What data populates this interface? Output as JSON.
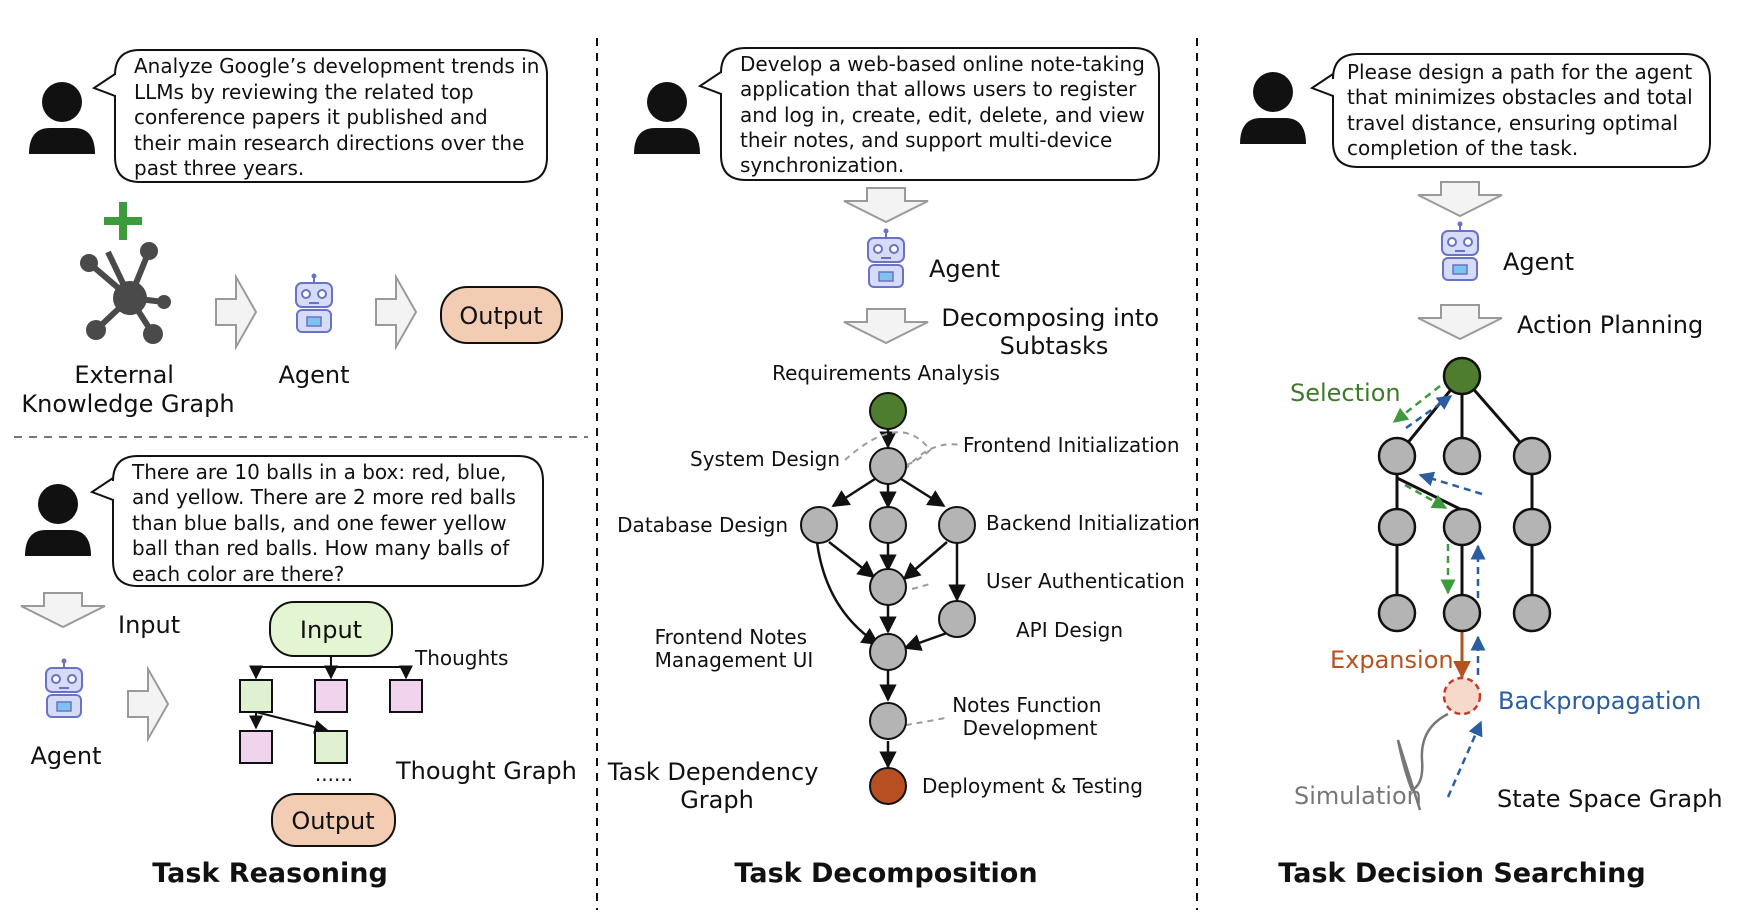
{
  "colors": {
    "green_node": "#4e7d2f",
    "orange_node": "#b84f22",
    "gray_node": "#b4b4b4",
    "output_fill": "#f2cdb4",
    "input_fill": "#e3f5d2",
    "thought_green": "#dff1d1",
    "thought_pink": "#f0d3ec",
    "selection_green": "#3f7a2a",
    "expansion_orange": "#b6521f",
    "backprop_blue": "#2b5ea0",
    "simulation_gray": "#777777",
    "plus_green": "#3d9a3d"
  },
  "reasoning": {
    "kg_prompt": [
      "Analyze Google’s development trends in",
      "LLMs by reviewing the related top",
      "conference papers it published and",
      "their main research directions over the",
      "past three years."
    ],
    "kg_label": [
      "External",
      "Knowledge Graph"
    ],
    "agent_label": "Agent",
    "output_label": "Output",
    "thought_prompt": [
      "There are 10 balls in a box: red, blue,",
      "and yellow. There are 2 more red balls",
      "than blue balls, and one fewer yellow",
      "ball than red balls. How many balls of",
      "each color are there?"
    ],
    "input_arrow_label": "Input",
    "agent_label_2": "Agent",
    "input_box": "Input",
    "thoughts_label": "Thoughts",
    "ellipsis": "......",
    "thought_graph_label": "Thought Graph",
    "output_box": "Output",
    "title": "Task Reasoning"
  },
  "decomposition": {
    "prompt": [
      "Develop a web-based online note-taking",
      "application that allows users to register",
      "and log in, create, edit, delete, and view",
      "their notes, and support multi-device",
      "synchronization."
    ],
    "agent_label": "Agent",
    "step_label": [
      "Decomposing into",
      "Subtasks"
    ],
    "nodes": {
      "requirements": "Requirements Analysis",
      "system_design": "System Design",
      "frontend_init": "Frontend Initialization",
      "database_design": "Database Design",
      "backend_init": "Backend Initialization",
      "user_auth": "User Authentication",
      "api_design": "API Design",
      "frontend_notes": [
        "Frontend Notes",
        "Management UI"
      ],
      "notes_function": [
        "Notes Function",
        "Development"
      ],
      "deployment": "Deployment & Testing"
    },
    "graph_label": [
      "Task Dependency",
      "Graph"
    ],
    "title": "Task Decomposition"
  },
  "searching": {
    "prompt": [
      "Please design a path for the agent",
      "that minimizes obstacles and total",
      "travel distance, ensuring optimal",
      "completion of the task."
    ],
    "agent_label": "Agent",
    "step_label": "Action Planning",
    "selection": "Selection",
    "expansion": "Expansion",
    "backpropagation": "Backpropagation",
    "simulation": "Simulation",
    "graph_label": "State Space Graph",
    "title": "Task Decision Searching"
  }
}
